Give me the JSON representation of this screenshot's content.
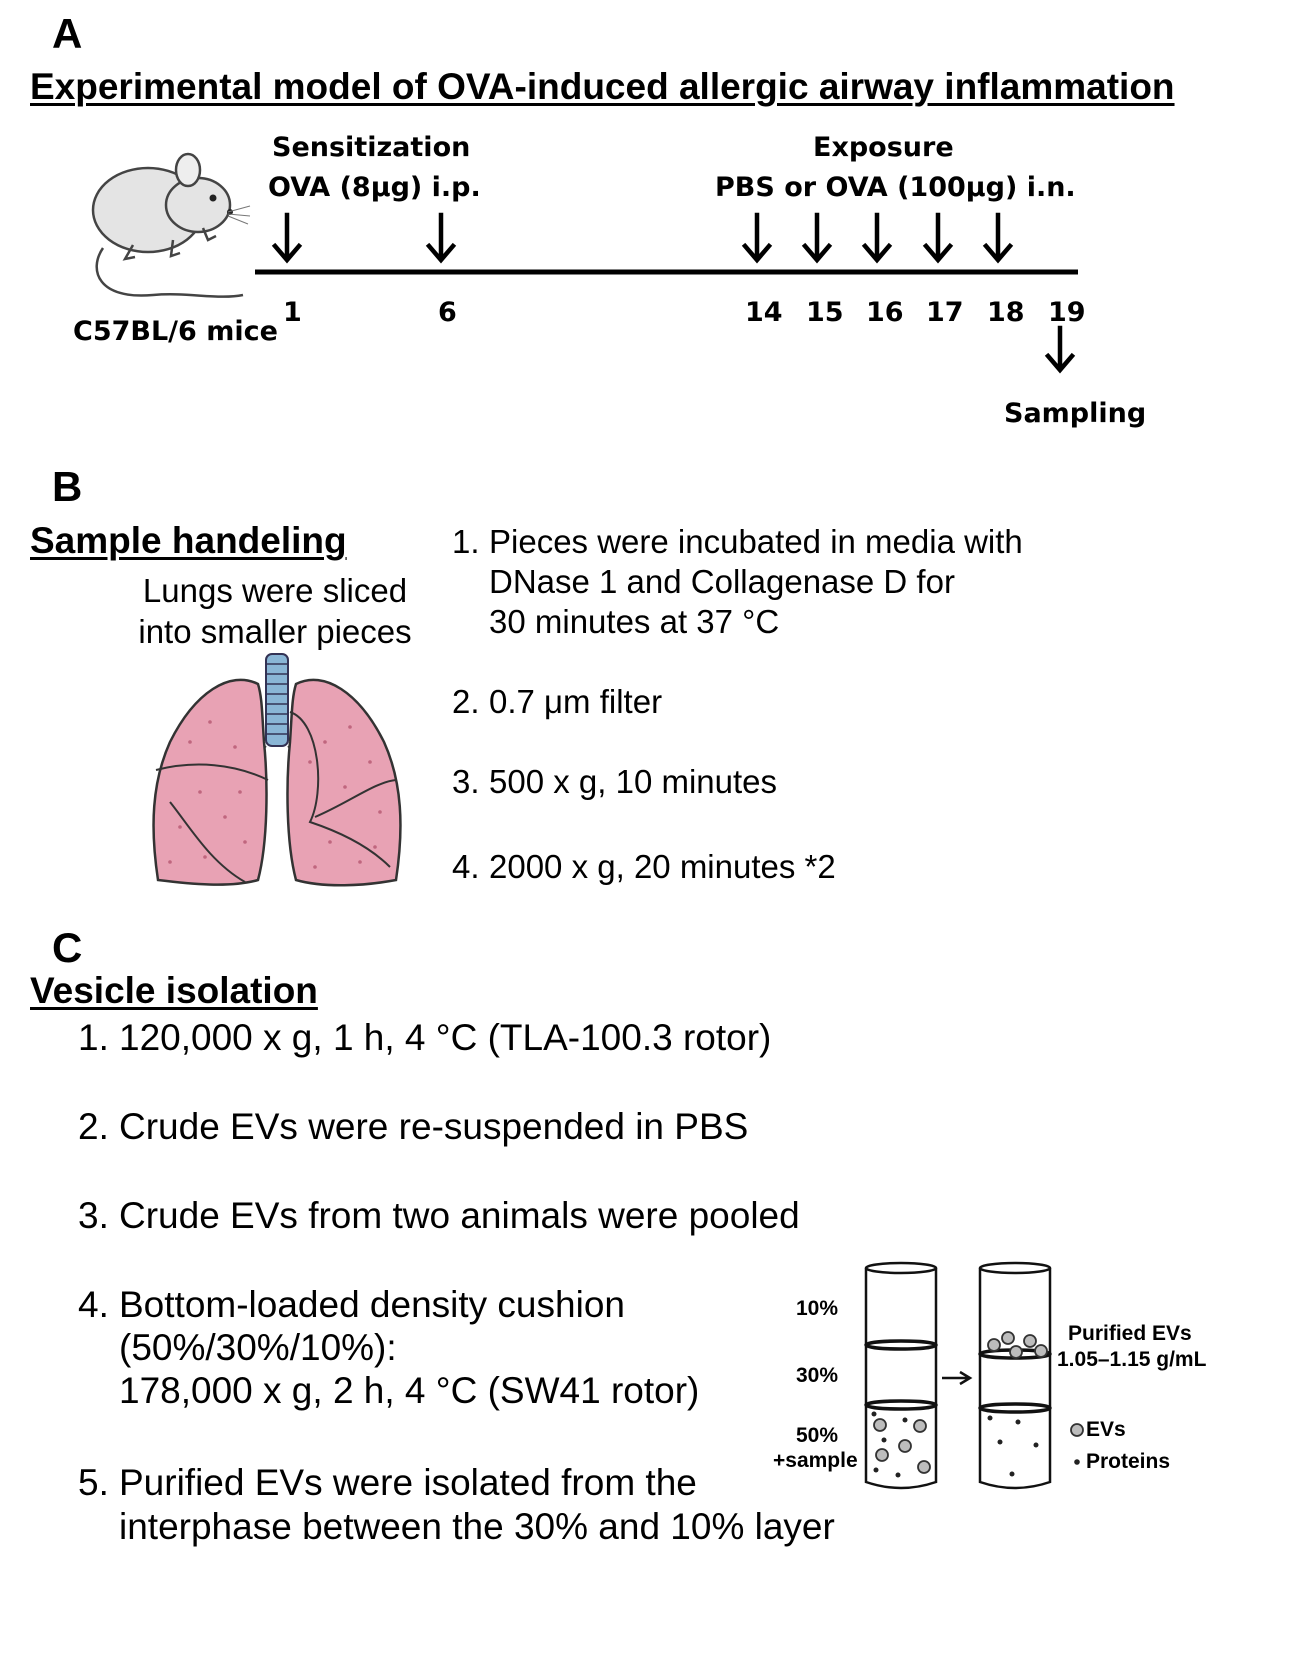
{
  "panelA": {
    "letter": "A",
    "title": "Experimental model of OVA-induced allergic airway inflammation",
    "mouse_label": "C57BL/6 mice",
    "sensitization": {
      "title": "Sensitization",
      "dose": "OVA (8μg) i.p."
    },
    "exposure": {
      "title": "Exposure",
      "dose": "PBS or OVA (100μg) i.n."
    },
    "days": [
      "1",
      "6",
      "14",
      "15",
      "16",
      "17",
      "18",
      "19"
    ],
    "sampling": "Sampling"
  },
  "panelB": {
    "letter": "B",
    "title": "Sample handeling",
    "lung_caption": [
      "Lungs were sliced",
      "into smaller pieces"
    ],
    "steps": [
      {
        "num": "1.",
        "lines": [
          "Pieces were incubated  in media with",
          "DNase 1 and Collagenase D for",
          "30 minutes at 37 °C"
        ]
      },
      {
        "num": "2.",
        "lines": [
          "0.7 μm filter"
        ]
      },
      {
        "num": "3.",
        "lines": [
          "500 x g, 10 minutes"
        ]
      },
      {
        "num": "4.",
        "lines": [
          "2000 x g, 20 minutes *2"
        ]
      }
    ]
  },
  "panelC": {
    "letter": "C",
    "title": "Vesicle isolation",
    "steps": [
      {
        "num": "1.",
        "lines": [
          "120,000 x g, 1 h, 4 °C (TLA-100.3 rotor)"
        ]
      },
      {
        "num": "2.",
        "lines": [
          "Crude EVs were re-suspended in PBS"
        ]
      },
      {
        "num": "3.",
        "lines": [
          "Crude EVs from two animals were pooled"
        ]
      },
      {
        "num": "4.",
        "lines": [
          "Bottom-loaded density cushion",
          "(50%/30%/10%):",
          "178,000 x g, 2 h, 4 °C (SW41 rotor)"
        ]
      },
      {
        "num": "5.",
        "lines": [
          "Purified EVs were isolated from the",
          "interphase between the 30% and 10% layer"
        ]
      }
    ],
    "tube_labels": {
      "l10": "10%",
      "l30": "30%",
      "l50": "50%",
      "l50b": "+sample"
    },
    "purified": [
      "Purified EVs",
      "1.05–1.15 g/mL"
    ],
    "legend": {
      "evs": "EVs",
      "proteins": "Proteins"
    }
  },
  "colors": {
    "lung": "#e8a2b4",
    "lung_dark": "#c0667e",
    "trachea": "#8ab6d6",
    "mouse": "#e4e4e4"
  }
}
